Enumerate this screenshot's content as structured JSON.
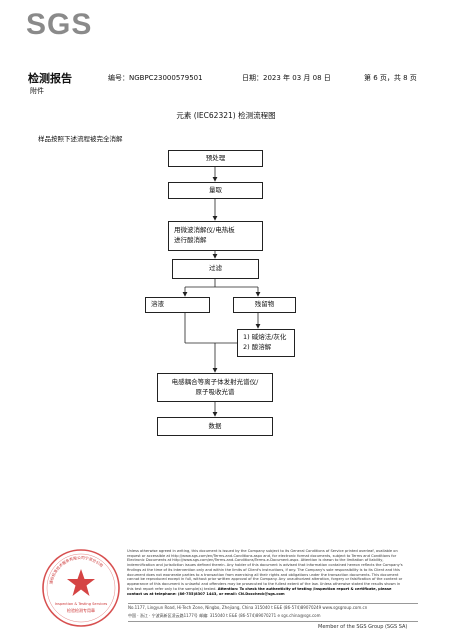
{
  "header": {
    "logo": "SGS",
    "title": "检测报告",
    "subtitle": "附件",
    "report_no": "编号：NGBPC23000579501",
    "date": "日期：2023 年 03 月 08 日",
    "page": "第 6 页，共 8 页"
  },
  "flow": {
    "title": "元素 (IEC62321) 检测流程图",
    "intro": "样品按照下述流程被完全消解",
    "steps": {
      "pretreat": "预处理",
      "weigh": "量取",
      "digest": "用微波消解仪/电热板进行酸消解",
      "filter": "过滤",
      "solution": "溶液",
      "residue": "残留物",
      "residue_treat_1": "1) 碱熔法/灰化",
      "residue_treat_2": "2) 酸溶解",
      "icp": "电感耦合等离子体发射光谱仪/原子吸收光谱",
      "data": "数据"
    }
  },
  "footer": {
    "disclaimer_1": "Unless otherwise agreed in writing, this document is issued by the Company subject to its General Conditions of Service printed overleaf, available on request or accessible at http://www.sgs.com/en/Terms-and-Conditions.aspx and, for electronic format documents, subject to Terms and Conditions for Electronic Documents at http://www.sgs.com/en/Terms-and-Conditions/Terms-e-Document.aspx. Attention is drawn to the limitation of liability, indemnification and jurisdiction issues defined therein. Any holder of this document is advised that information contained hereon reflects the Company's findings at the time of its intervention only and within the limits of Client's instructions, if any. The Company's sole responsibility is to its Client and this document does not exonerate parties to a transaction from exercising all their rights and obligations under the transaction documents. This document cannot be reproduced except in full, without prior written approval of the Company. Any unauthorized alteration, forgery or falsification of the content or appearance of this document is unlawful and offenders may be prosecuted to the fullest extent of the law. Unless otherwise stated the results shown in this test report refer only to the sample(s) tested.",
    "disclaimer_2": "Attention: To check the authenticity of testing /inspection report & certificate, please contact us at telephone: (86-755)8307 1443, or email: CN.Doccheck@sgs.com",
    "address_en": "No.1177, Lingyun Road, Hi-Tech Zone, Ningbo, Zhejiang, China 315040   t E&E (86-574)89070249   www.sgsgroup.com.cn",
    "address_cn": "中国 · 浙江 · 宁波高新区凌云路1177号   邮编: 315040   t E&E (86-574)89070271   e sgs.china@sgs.com",
    "member": "Member of the SGS Group (SGS SA)",
    "stamp_text": "通标标准技术服务有限公司宁波分公司",
    "stamp_sub_1": "Inspection & Testing Services",
    "stamp_sub_2": "检验检测专用章"
  }
}
